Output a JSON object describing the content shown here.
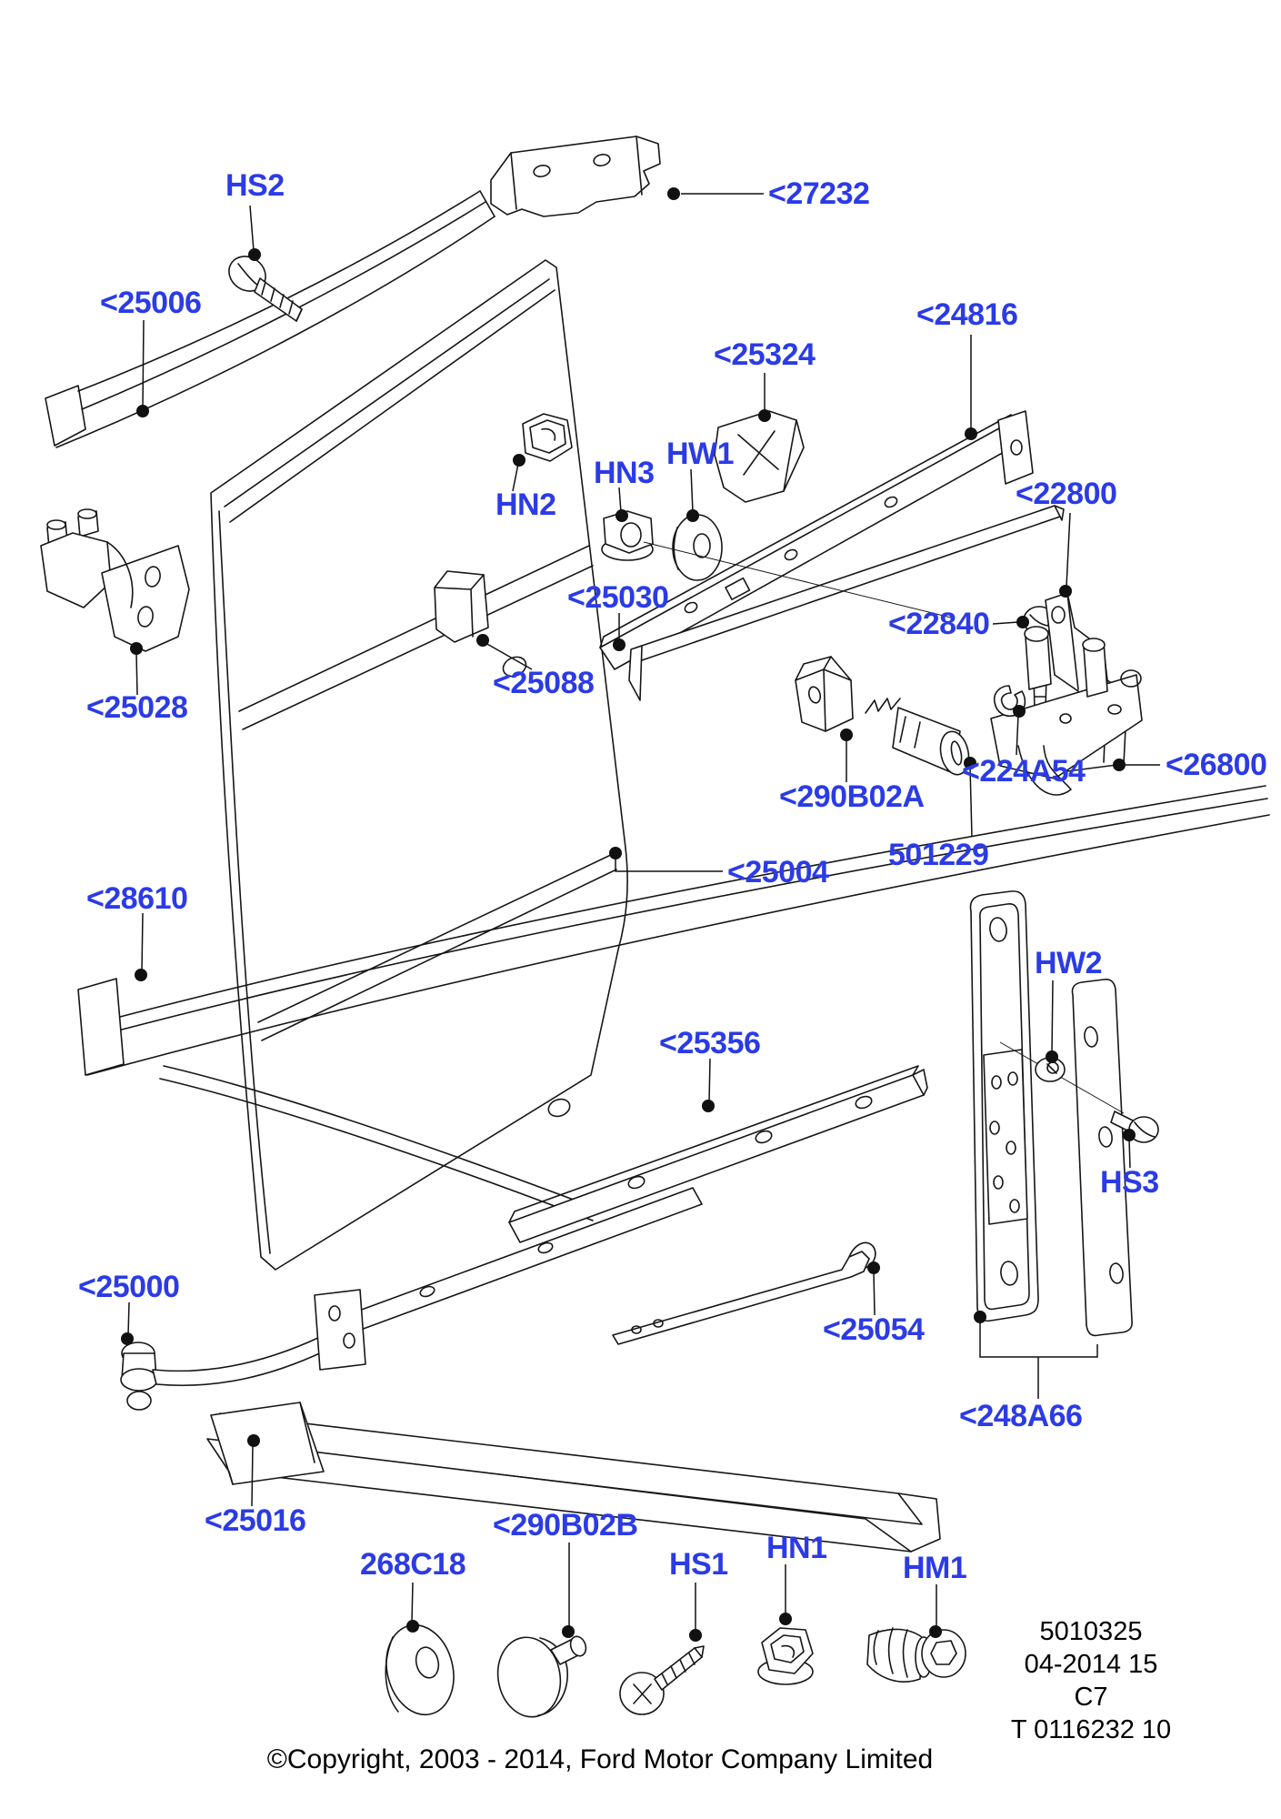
{
  "colors": {
    "label": "#2B3BE6",
    "line": "#161616",
    "background": "#FFFFFF"
  },
  "labels": [
    {
      "id": "hs2",
      "text": "HS2"
    },
    {
      "id": "p27232",
      "text": "<27232"
    },
    {
      "id": "p25006",
      "text": "<25006"
    },
    {
      "id": "p24816",
      "text": "<24816"
    },
    {
      "id": "p25324",
      "text": "<25324"
    },
    {
      "id": "hn2",
      "text": "HN2"
    },
    {
      "id": "hn3",
      "text": "HN3"
    },
    {
      "id": "hw1",
      "text": "HW1"
    },
    {
      "id": "p22800",
      "text": "<22800"
    },
    {
      "id": "p25030",
      "text": "<25030"
    },
    {
      "id": "p22840",
      "text": "<22840"
    },
    {
      "id": "p25088",
      "text": "<25088"
    },
    {
      "id": "p25028",
      "text": "<25028"
    },
    {
      "id": "p290b02a",
      "text": "<290B02A"
    },
    {
      "id": "p26800",
      "text": "<26800"
    },
    {
      "id": "p224a54",
      "text": "<224A54"
    },
    {
      "id": "n501229",
      "text": "501229"
    },
    {
      "id": "p25004",
      "text": "<25004"
    },
    {
      "id": "p28610",
      "text": "<28610"
    },
    {
      "id": "p25356",
      "text": "<25356"
    },
    {
      "id": "hw2",
      "text": "HW2"
    },
    {
      "id": "hs3",
      "text": "HS3"
    },
    {
      "id": "p25000",
      "text": "<25000"
    },
    {
      "id": "p25054",
      "text": "<25054"
    },
    {
      "id": "p248a66",
      "text": "<248A66"
    },
    {
      "id": "p25016",
      "text": "<25016"
    },
    {
      "id": "n268c18",
      "text": "268C18"
    },
    {
      "id": "p290b02b",
      "text": "<290B02B"
    },
    {
      "id": "hs1",
      "text": "HS1"
    },
    {
      "id": "hn1",
      "text": "HN1"
    },
    {
      "id": "hm1",
      "text": "HM1"
    }
  ],
  "plate": {
    "lines": [
      "5010325",
      "04-2014 15",
      "C7",
      "T 0116232 10"
    ]
  },
  "footer": {
    "copyright": "©Copyright, 2003 - 2014, Ford Motor Company Limited"
  }
}
